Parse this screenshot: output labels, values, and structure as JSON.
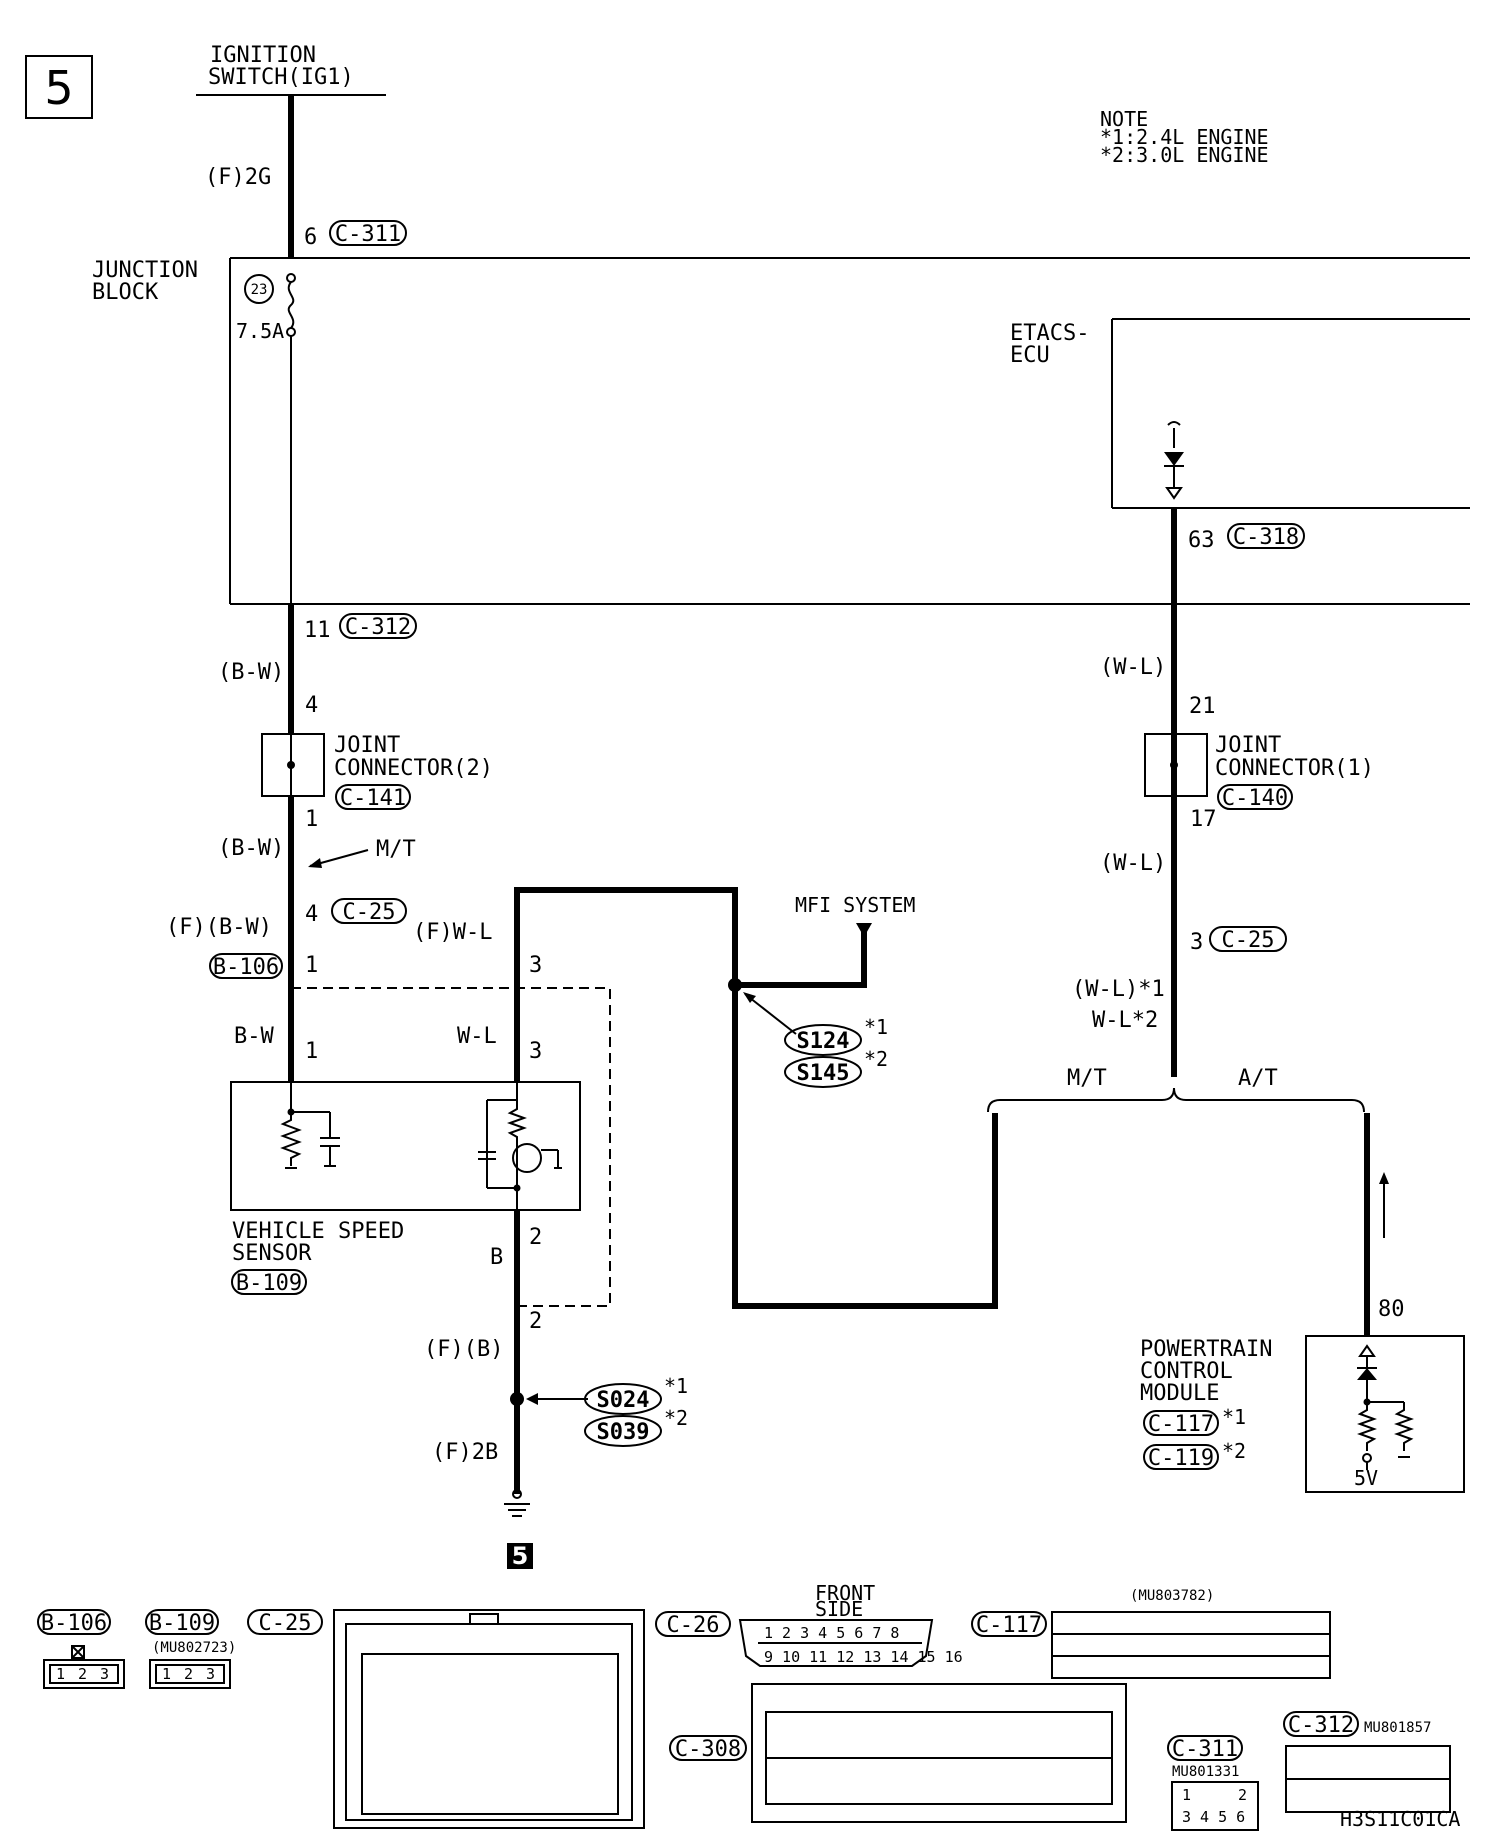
{
  "page_number": "5",
  "page_ref": "5",
  "figure_code": "H3S11C01CA",
  "note": {
    "title": "NOTE",
    "line1": "*1:2.4L ENGINE",
    "line2": "*2:3.0L ENGINE"
  },
  "ignition": {
    "line1": "IGNITION",
    "line2": "SWITCH(IG1)"
  },
  "junction_block": {
    "line1": "JUNCTION",
    "line2": "BLOCK",
    "fuse_no": "23",
    "fuse_rating": "7.5A"
  },
  "etacs": {
    "line1": "ETACS-",
    "line2": "ECU"
  },
  "jc2": {
    "line1": "JOINT",
    "line2": "CONNECTOR(2)",
    "connector": "C-141"
  },
  "jc1": {
    "line1": "JOINT",
    "line2": "CONNECTOR(1)",
    "connector": "C-140"
  },
  "vss": {
    "line1": "VEHICLE SPEED",
    "line2": "SENSOR",
    "connector": "B-109"
  },
  "pcm": {
    "line1": "POWERTRAIN",
    "line2": "CONTROL",
    "line3": "MODULE",
    "conn1": "C-117",
    "conn2": "C-119",
    "v5": "5V",
    "pin": "80"
  },
  "mfi": "MFI SYSTEM",
  "splices": {
    "s124": "S124",
    "s145": "S145",
    "s024": "S024",
    "s039": "S039"
  },
  "marks": {
    "m1": "*1",
    "m2": "*2"
  },
  "wires": {
    "f2g": "(F)2G",
    "bw1": "(B-W)",
    "bw2": "(B-W)",
    "fbw": "(F)(B-W)",
    "bw3": "B-W",
    "fwl": "(F)W-L",
    "wl": "W-L",
    "b": "B",
    "fb": "(F)(B)",
    "f2b": "(F)2B",
    "wl1": "(W-L)",
    "wl2": "(W-L)",
    "wl3": "(W-L)*1",
    "wl4": "W-L*2",
    "mt": "M/T",
    "mt2": "M/T",
    "at": "A/T"
  },
  "pins": {
    "p6": "6",
    "c311": "C-311",
    "p11": "11",
    "c312": "C-312",
    "p4": "4",
    "p1": "1",
    "p4b": "4",
    "c25": "C-25",
    "b106": "B-106",
    "p1b": "1",
    "p3": "3",
    "p1c": "1",
    "p3b": "3",
    "p2": "2",
    "p2b": "2",
    "p63": "63",
    "c318": "C-318",
    "p21": "21",
    "p17": "17",
    "p3c": "3",
    "c25b": "C-25"
  },
  "legend": {
    "b106": "B-106",
    "b109": "B-109",
    "b109_part": "(MU802723)",
    "c25": "C-25",
    "c26": "C-26",
    "front_side_1": "FRONT",
    "front_side_2": "SIDE",
    "c117": "C-117",
    "c117_part": "(MU803782)",
    "c308": "C-308",
    "c311": "C-311",
    "c311_part": "MU801331",
    "c312": "C-312",
    "c312_part": "MU801857"
  }
}
